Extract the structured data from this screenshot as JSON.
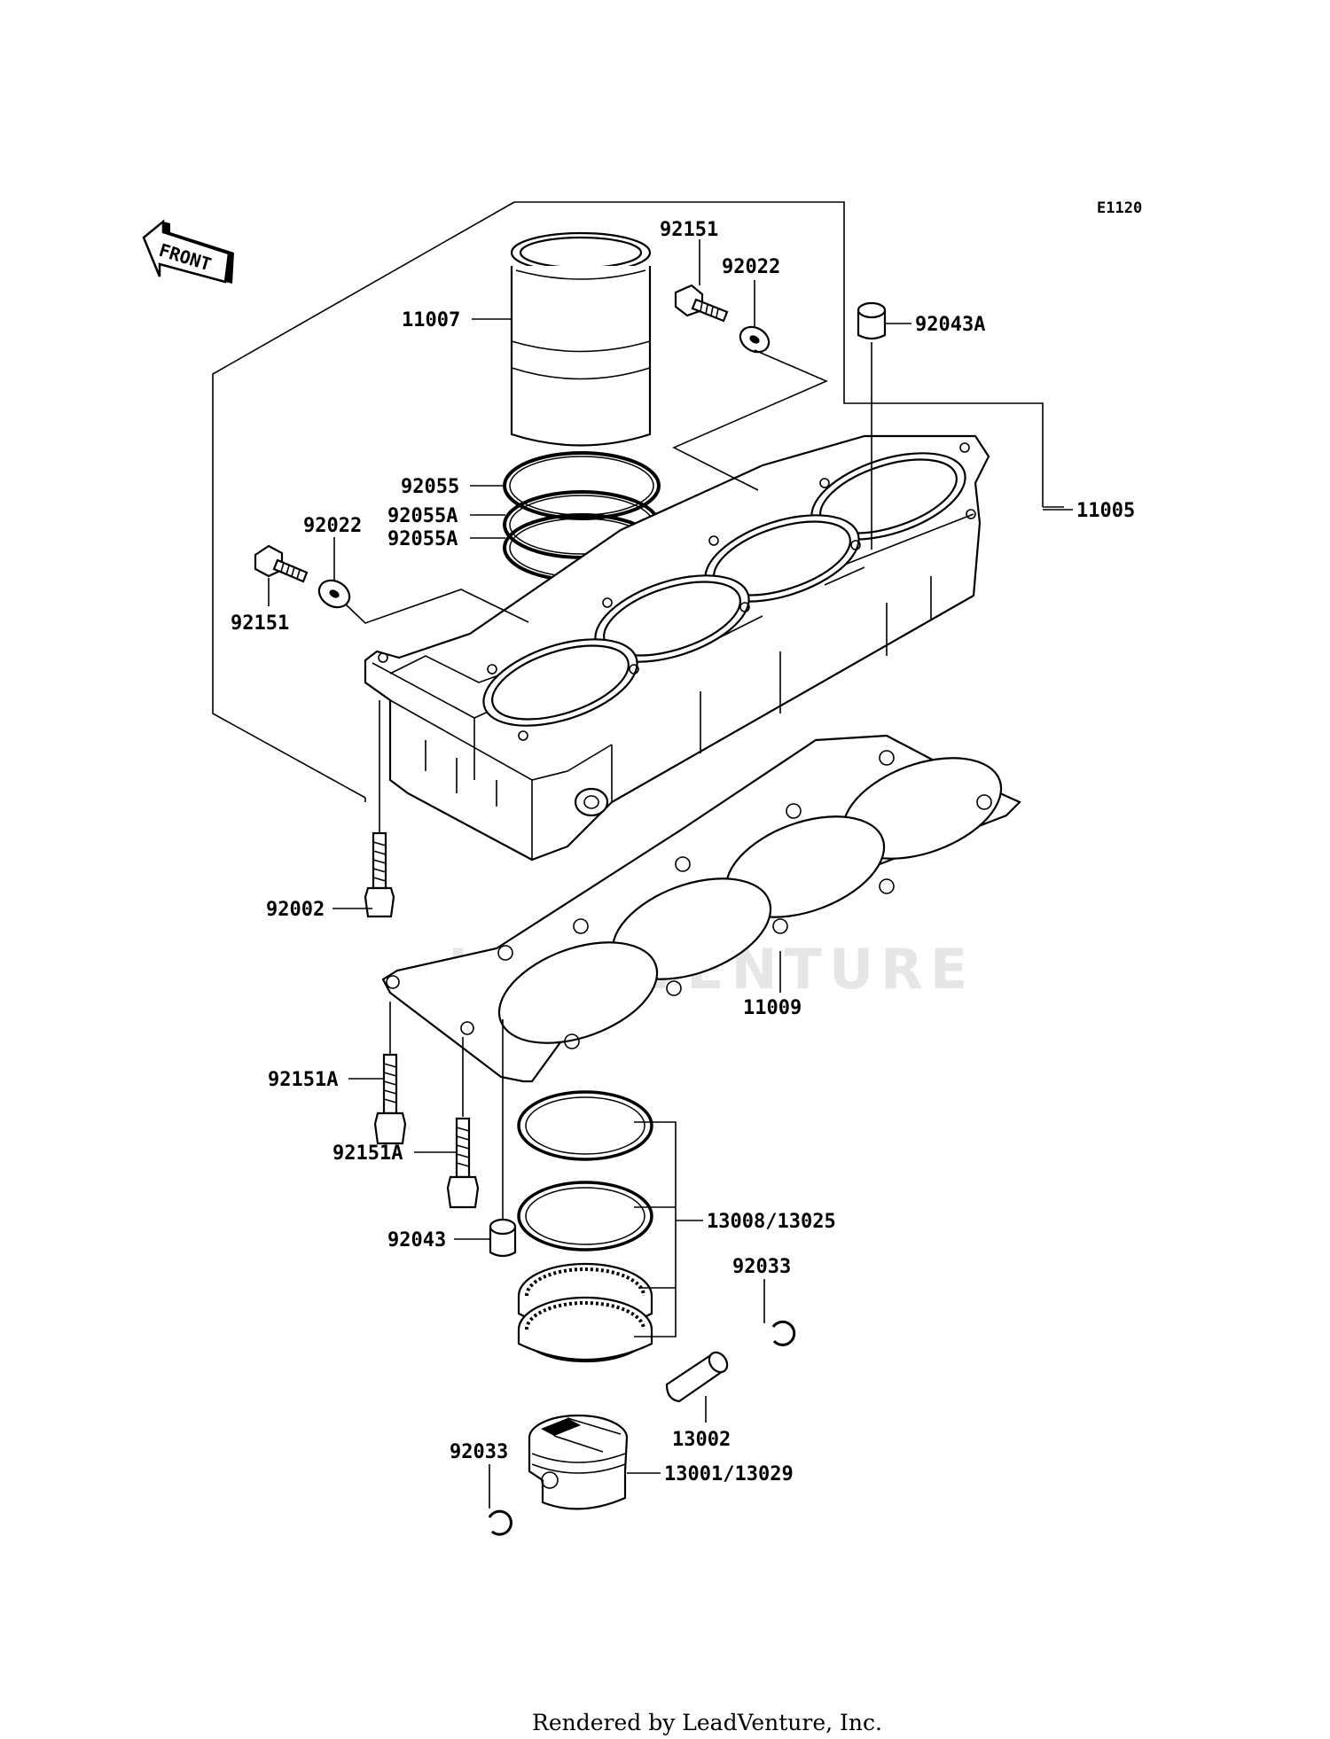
{
  "diagram_code": "E1120",
  "front_arrow_label": "FRONT",
  "watermark": "LEADVENTURE",
  "footer": "Rendered by LeadVenture, Inc.",
  "labels": {
    "p11007": "11007",
    "p92151_top": "92151",
    "p92022_top": "92022",
    "p92043A": "92043A",
    "p92055": "92055",
    "p92055A_1": "92055A",
    "p92055A_2": "92055A",
    "p92022_left": "92022",
    "p92151_left": "92151",
    "p11005": "11005",
    "p92002": "92002",
    "p11009": "11009",
    "p92151A_1": "92151A",
    "p92151A_2": "92151A",
    "p92043": "92043",
    "p13008_13025": "13008/13025",
    "p92033_right": "92033",
    "p13002": "13002",
    "p92033_left": "92033",
    "p13001_13029": "13001/13029"
  }
}
